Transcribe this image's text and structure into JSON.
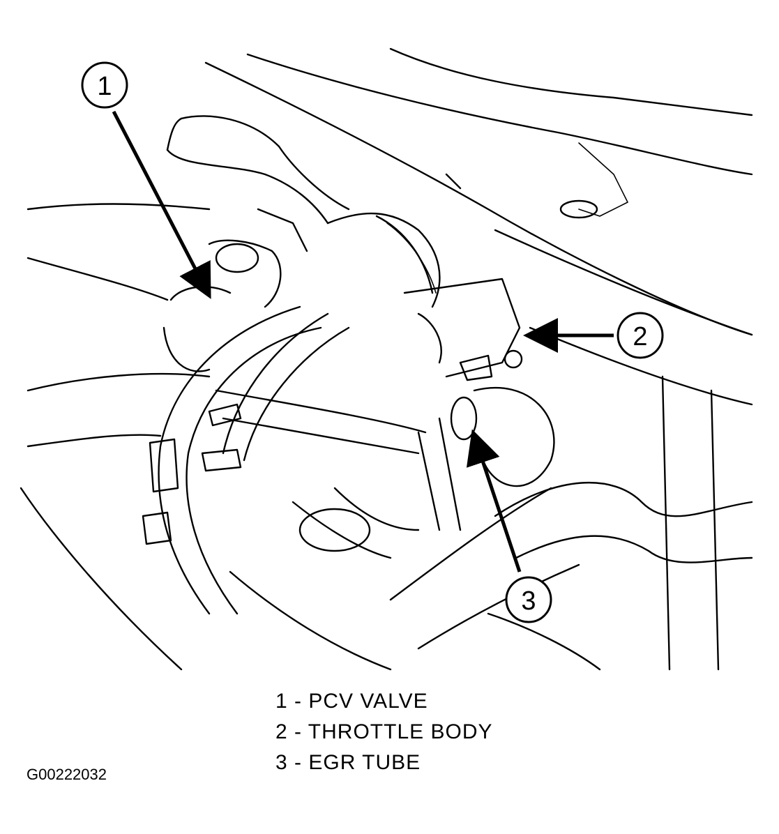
{
  "callouts": [
    {
      "number": "1"
    },
    {
      "number": "2"
    },
    {
      "number": "3"
    }
  ],
  "legend": [
    {
      "number": "1",
      "text": "PCV VALVE",
      "display": "1 - PCV VALVE"
    },
    {
      "number": "2",
      "text": "THROTTLE BODY",
      "display": "2 - THROTTLE BODY"
    },
    {
      "number": "3",
      "text": "EGR TUBE",
      "display": "3 - EGR TUBE"
    }
  ],
  "figure_id": "G00222032"
}
